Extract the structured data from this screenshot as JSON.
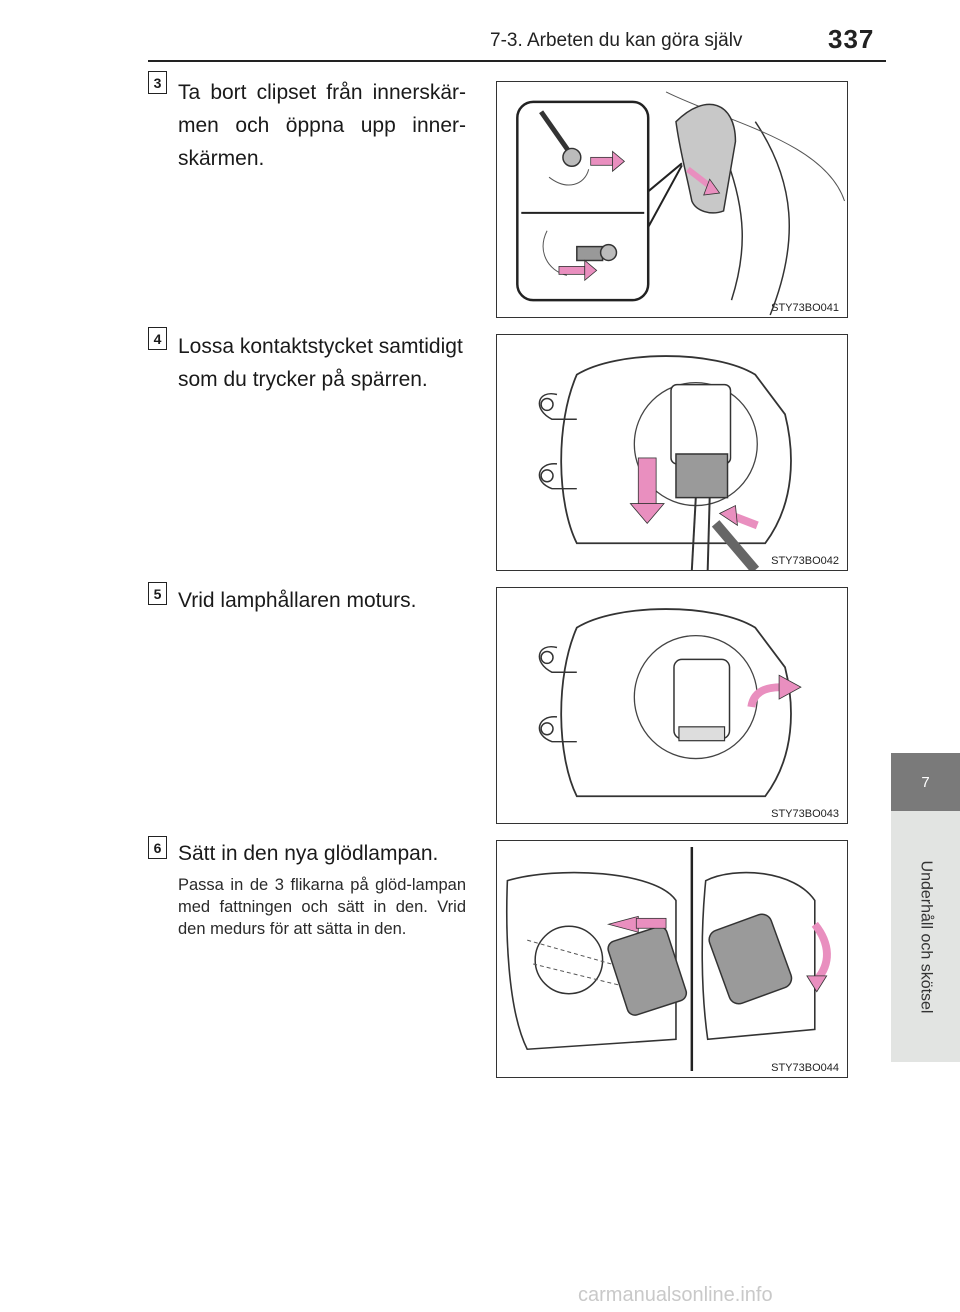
{
  "header": {
    "section_title": "7-3. Arbeten du kan göra själv",
    "page_number": "337"
  },
  "side_tab": {
    "chapter_number": "7",
    "chapter_title": "Underhåll och skötsel"
  },
  "steps": [
    {
      "number": "3",
      "text": "Ta bort clipset från innerskär-men och öppna upp inner-skärmen.",
      "figure_code": "STY73BO041"
    },
    {
      "number": "4",
      "text": "Lossa kontaktstycket samtidigt som du trycker på spärren.",
      "figure_code": "STY73BO042"
    },
    {
      "number": "5",
      "text": "Vrid lamphållaren moturs.",
      "figure_code": "STY73BO043"
    },
    {
      "number": "6",
      "text": "Sätt in den nya glödlampan.",
      "note": "Passa in de 3 flikarna på glöd-lampan med fattningen och sätt in den. Vrid den medurs för att sätta in den.",
      "figure_code": "STY73BO044"
    }
  ],
  "watermark": "carmanualsonline.info",
  "colors": {
    "arrow": "#e98fbf",
    "tab": "#7a7a7a",
    "strip": "#e2e4e2"
  }
}
